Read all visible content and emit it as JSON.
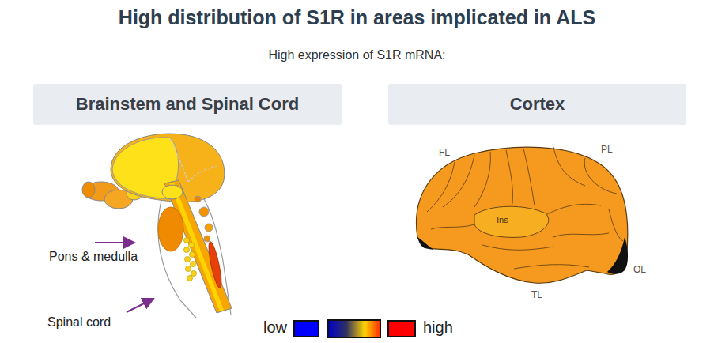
{
  "diagram": {
    "title": "High distribution of S1R in areas implicated in ALS",
    "nodes": [
      {
        "text": [
          "Brainstem and Spinal Cord"
        ]
      },
      {
        "text": [
          "Cortex"
        ]
      }
    ],
    "labels": [
      "High expression of S1R mRNA:",
      "Pons & medulla",
      "Spinal cord",
      "FL",
      "PL",
      "Ins",
      "TL",
      "OL"
    ],
    "legend": [
      {
        "text": "low",
        "color": "#0000ff"
      },
      {
        "text": "high",
        "color": "#ff0000"
      }
    ]
  }
}
